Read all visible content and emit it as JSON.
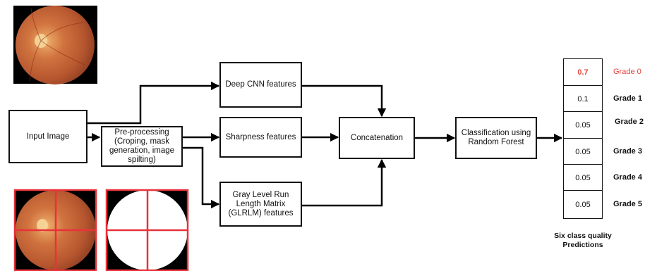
{
  "boxes": {
    "input": "Input Image",
    "preprocessing": "Pre-processing (Croping, mask generation, image spilting)",
    "cnn": "Deep CNN features",
    "sharpness": "Sharpness features",
    "glrlm": "Gray Level Run Length Matrix (GLRLM) features",
    "concat": "Concatenation",
    "classify": "Classification using Random Forest"
  },
  "predictions": [
    {
      "value": "0.7",
      "grade": "Grade 0",
      "highlight": true
    },
    {
      "value": "0.1",
      "grade": "Grade 1",
      "highlight": false
    },
    {
      "value": "0.05",
      "grade": "Grade 2",
      "highlight": false
    },
    {
      "value": "0.05",
      "grade": "Grade 3",
      "highlight": false
    },
    {
      "value": "0.05",
      "grade": "Grade 4",
      "highlight": false
    },
    {
      "value": "0.05",
      "grade": "Grade 5",
      "highlight": false
    }
  ],
  "caption": "Six class quality Predictions",
  "colors": {
    "highlight": "#e8413b",
    "split_line": "#e8323a",
    "fundus": "#c9683a"
  }
}
